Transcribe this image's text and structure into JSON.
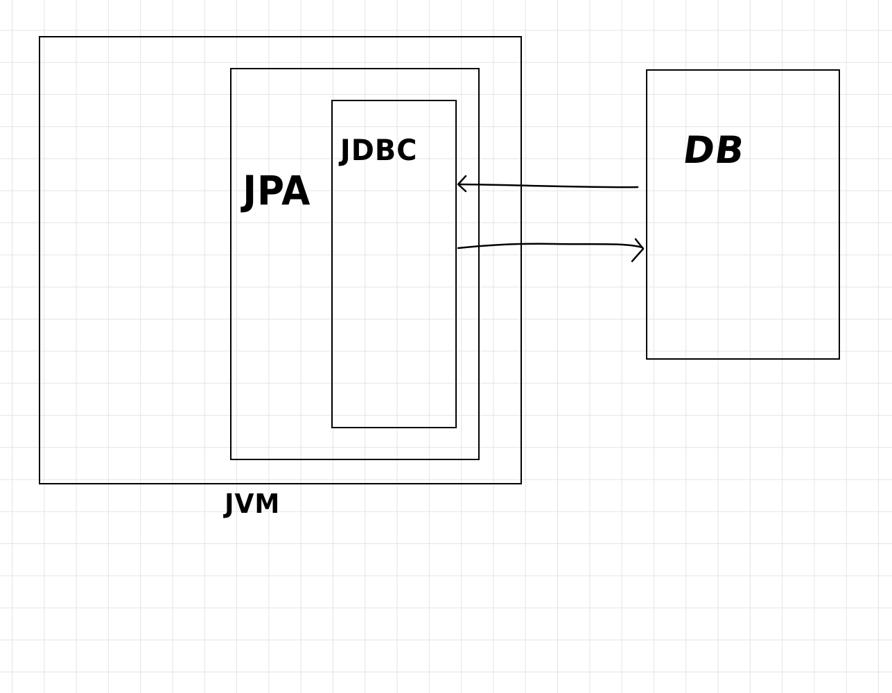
{
  "diagram": {
    "jvm": {
      "label": "JVM"
    },
    "jpa": {
      "label": "JPA"
    },
    "jdbc": {
      "label": "JDBC"
    },
    "db": {
      "label": "DB"
    }
  }
}
